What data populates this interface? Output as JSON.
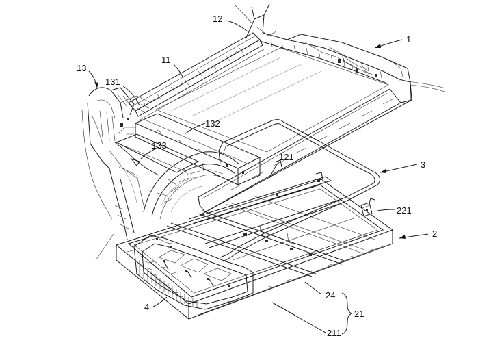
{
  "figure": {
    "labels": [
      {
        "id": "1",
        "text": "1"
      },
      {
        "id": "2",
        "text": "2"
      },
      {
        "id": "3",
        "text": "3"
      },
      {
        "id": "4",
        "text": "4"
      },
      {
        "id": "11",
        "text": "11"
      },
      {
        "id": "12",
        "text": "12"
      },
      {
        "id": "13",
        "text": "13"
      },
      {
        "id": "21",
        "text": "21"
      },
      {
        "id": "24",
        "text": "24"
      },
      {
        "id": "121",
        "text": "121"
      },
      {
        "id": "131",
        "text": "131"
      },
      {
        "id": "132",
        "text": "132"
      },
      {
        "id": "133",
        "text": "133"
      },
      {
        "id": "211",
        "text": "211"
      },
      {
        "id": "221",
        "text": "221"
      }
    ]
  }
}
